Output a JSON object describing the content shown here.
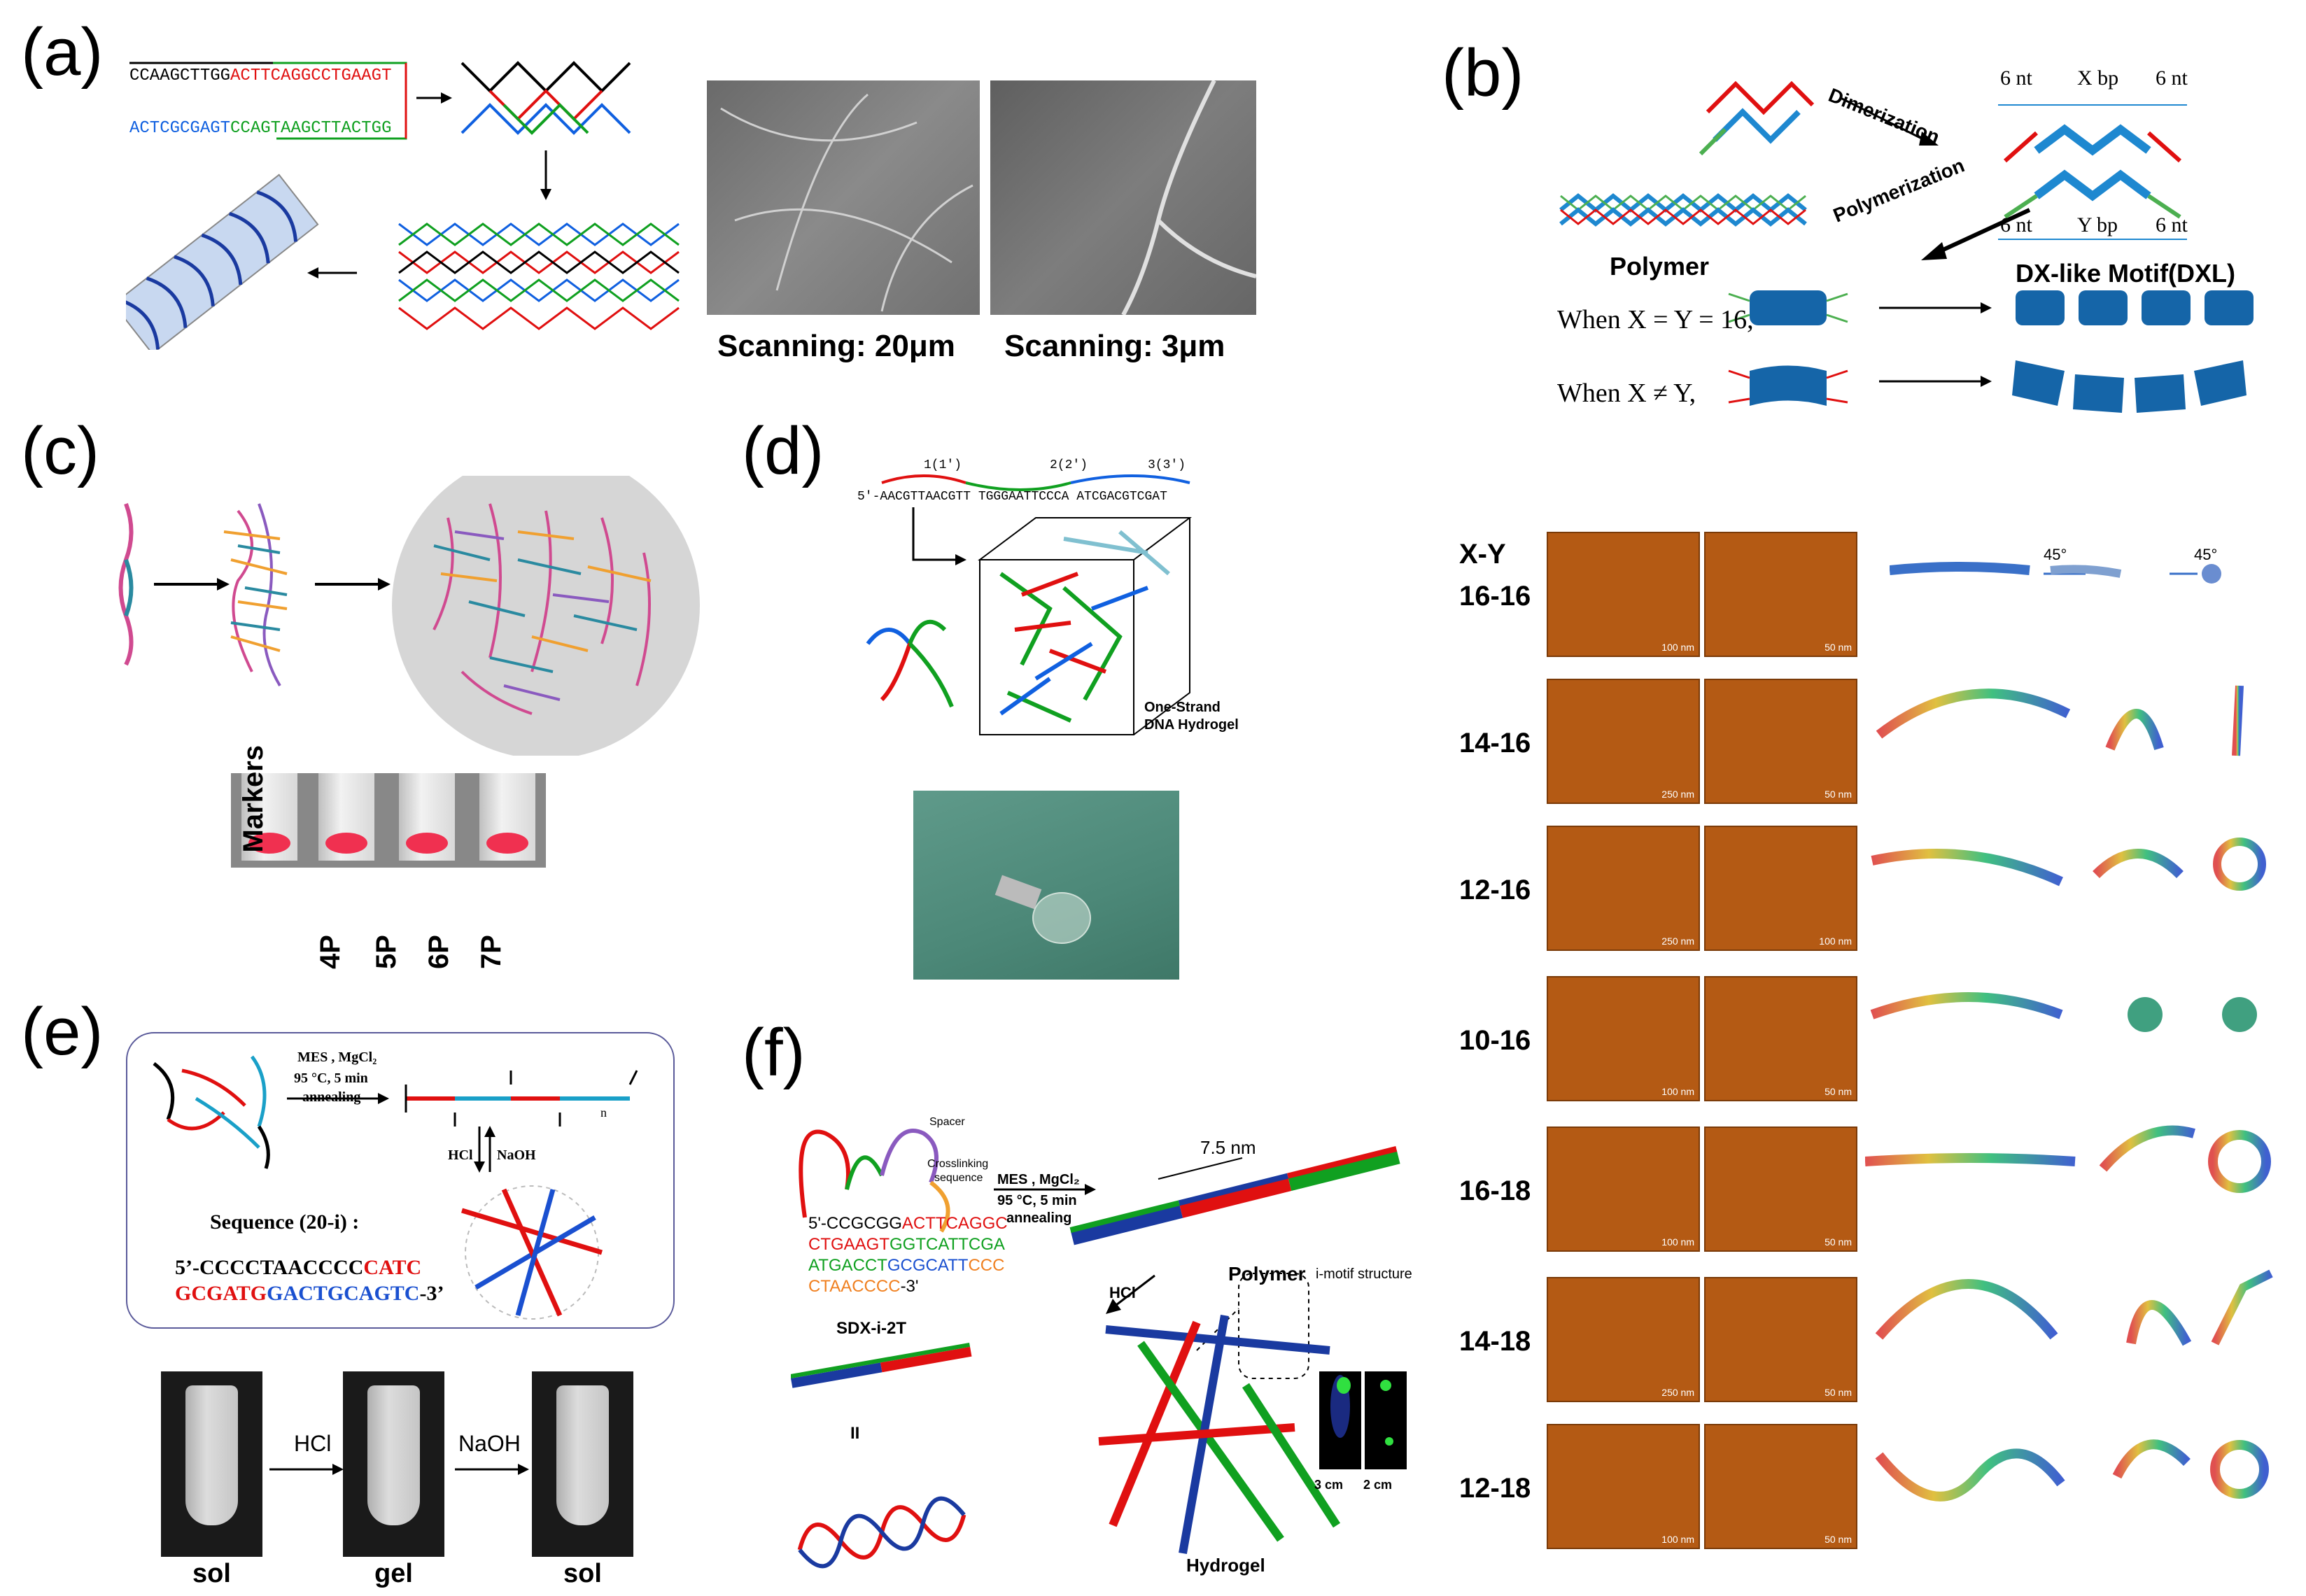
{
  "panels": {
    "a": {
      "label": "(a)",
      "seq_top_black": "CCAAGCTTGG",
      "seq_top_red": "ACTTCAGGCCTGAAGT",
      "seq_bot_blue": "ACTCGCGAGT",
      "seq_bot_green": "CCAGTAAGCTTACTGG",
      "scan1": "Scanning: 20μm",
      "scan2": "Scanning: 3μm"
    },
    "b": {
      "label": "(b)",
      "dimerization": "Dimerization",
      "polymerization": "Polymerization",
      "nt_left_top": "6 nt",
      "xbp": "X bp",
      "nt_right_top": "6 nt",
      "nt_left_bot": "6 nt",
      "ybp": "Y bp",
      "nt_right_bot": "6 nt",
      "polymer": "Polymer",
      "motif": "DX-like Motif(DXL)",
      "when_equal": "When X = Y = 16,",
      "when_neq": "When X ≠ Y,",
      "xy_header": "X-Y",
      "angle1": "45°",
      "angle2": "45°",
      "rows": [
        {
          "label": "16-16",
          "scale1": "100 nm",
          "scale2": "50 nm"
        },
        {
          "label": "14-16",
          "scale1": "250 nm",
          "scale2": "50 nm"
        },
        {
          "label": "12-16",
          "scale1": "250 nm",
          "scale2": "100 nm"
        },
        {
          "label": "10-16",
          "scale1": "100 nm",
          "scale2": "50 nm"
        },
        {
          "label": "16-18",
          "scale1": "100 nm",
          "scale2": "50 nm"
        },
        {
          "label": "14-18",
          "scale1": "250 nm",
          "scale2": "50 nm"
        },
        {
          "label": "12-18",
          "scale1": "100 nm",
          "scale2": "50 nm"
        }
      ]
    },
    "c": {
      "label": "(c)",
      "tubes": [
        "Markers",
        "4P",
        "5P",
        "6P",
        "7P"
      ]
    },
    "d": {
      "label": "(d)",
      "seg1": "1(1')",
      "seg2": "2(2')",
      "seg3": "3(3')",
      "sequence": "5′-AACGTTAACGTT TGGGAATTCCCA ATCGACGTCGAT",
      "hydrogel_line1": "One-Strand",
      "hydrogel_line2": "DNA Hydrogel"
    },
    "e": {
      "label": "(e)",
      "cond1": "MES , MgCl₂",
      "cond2": "95 °C, 5 min",
      "cond3": "annealing",
      "hcl": "HCl",
      "naoh": "NaOH",
      "subscript_n": "n",
      "seq_title": "Sequence (20-i) :",
      "seq_l1_black": "5’-CCCCTAACCCC",
      "seq_l1_red": "CATC",
      "seq_l2_red": "GCGATG",
      "seq_l2_blue": "GACTGCAGTC",
      "seq_l2_black": "-3’",
      "arrow1": "HCl",
      "arrow2": "NaOH",
      "states": [
        "sol",
        "gel",
        "sol"
      ]
    },
    "f": {
      "label": "(f)",
      "spacer": "Spacer",
      "crosslink1": "Crosslinking",
      "crosslink2": "sequence",
      "cond1": "MES , MgCl₂",
      "cond2": "95 °C, 5 min",
      "cond3": "annealing",
      "seq1_black": "5'-CCGCGG",
      "seq1_red": "ACTTCAGGC",
      "seq2_red": "CTGAAGT",
      "seq2_green": "GGTCATTCGA",
      "seq3_green": "ATGACCT",
      "seq3_blue": "GCGCATT",
      "seq3_orange": "CCC",
      "seq4_orange": "CTAACCCC",
      "seq4_black": "-3'",
      "name": "SDX-i-2T",
      "nm": "7.5 nm",
      "polymer": "Polymer",
      "hcl": "HCl",
      "imotif": "i-motif structure",
      "equals": "II",
      "hydrogel": "Hydrogel",
      "scale1": "3 cm",
      "scale2": "2 cm"
    }
  }
}
